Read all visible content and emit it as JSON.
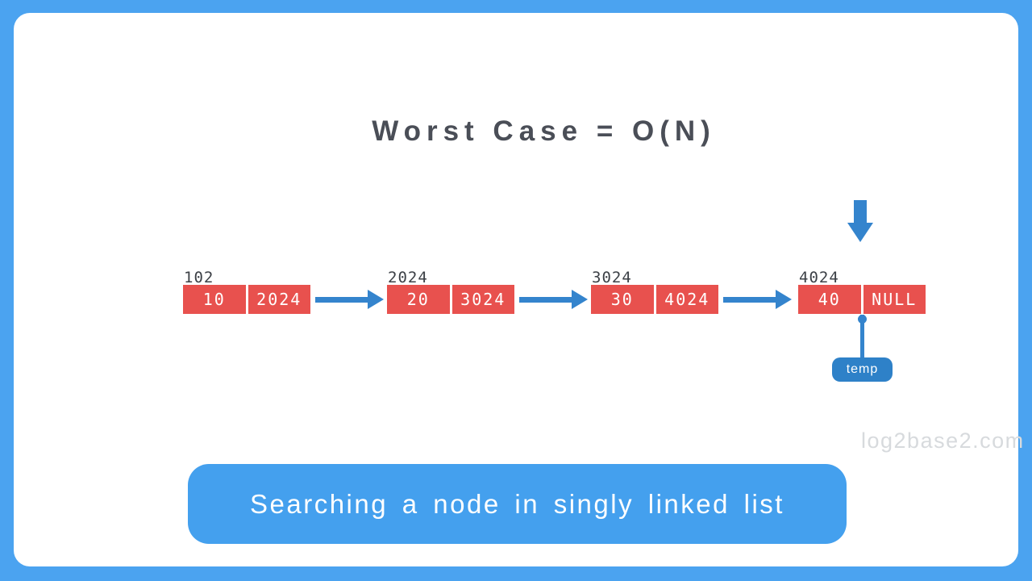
{
  "title": "Worst Case = O(N)",
  "diagram": {
    "nodes": [
      {
        "address": "102",
        "data": "10",
        "next": "2024"
      },
      {
        "address": "2024",
        "data": "20",
        "next": "3024"
      },
      {
        "address": "3024",
        "data": "30",
        "next": "4024"
      },
      {
        "address": "4024",
        "data": "40",
        "next": "NULL"
      }
    ],
    "pointer_label": "temp"
  },
  "watermark": "log2base2.com",
  "caption": "Searching a node in singly linked list",
  "colors": {
    "frame_blue": "#4ba3f0",
    "banner_blue": "#44a0ee",
    "arrow_blue": "#3484cd",
    "pointer_badge_blue": "#2e81c8",
    "node_red": "#e8514e",
    "title_gray": "#4a4e57",
    "address_gray": "#3c4046",
    "watermark_gray": "#d7dadd"
  }
}
